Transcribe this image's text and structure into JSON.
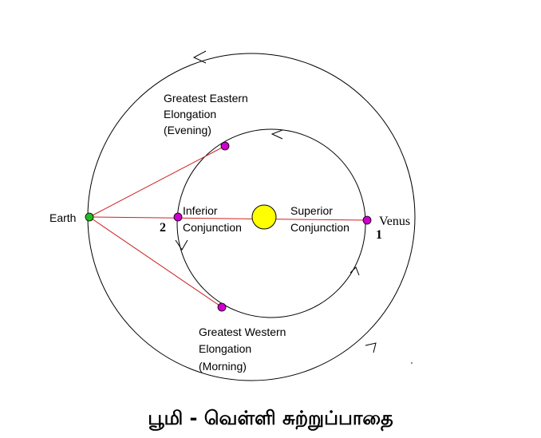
{
  "labels": {
    "earth": "Earth",
    "venus": "Venus",
    "inferior_1": "Inferior",
    "inferior_2": "Conjunction",
    "superior_1": "Superior",
    "superior_2": "Conjunction",
    "east_1": "Greatest Eastern",
    "east_2": "Elongation",
    "east_3": "(Evening)",
    "west_1": "Greatest Western",
    "west_2": "Elongation",
    "west_3": "(Morning)",
    "pos_1": "1",
    "pos_2": "2"
  },
  "caption": "பூமி - வெள்ளி சுற்றுப்பாதை",
  "colors": {
    "sun": "#ffff00",
    "venus_points": "#cc00cc",
    "earth_point": "#22bb22",
    "sight_lines": "#cc2222",
    "orbits": "#000000"
  }
}
